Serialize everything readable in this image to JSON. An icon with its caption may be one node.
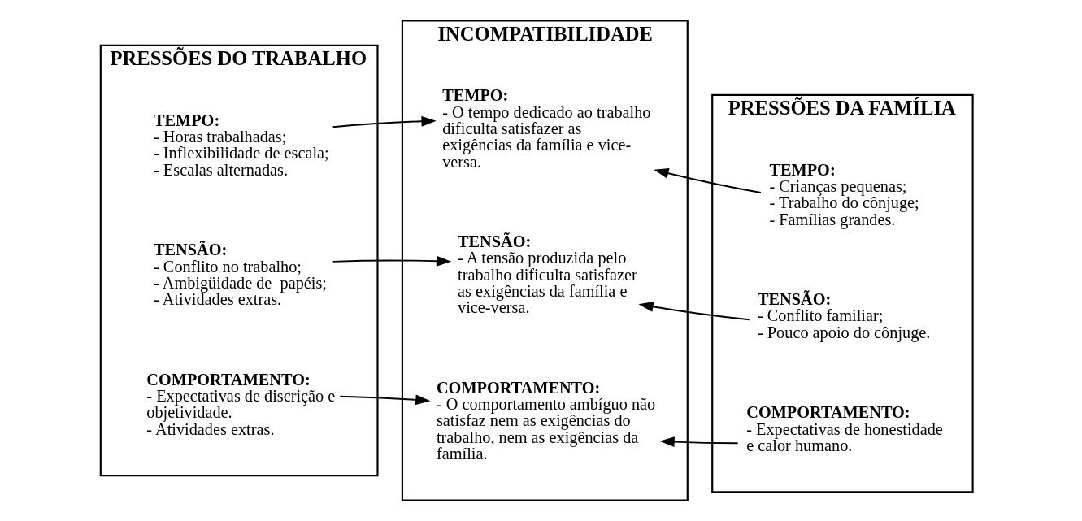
{
  "diagram": {
    "nodes": [
      {
        "text": [
          "PRESSÕES DO TRABALHO"
        ]
      },
      {
        "text": [
          "TEMPO:",
          "- Horas trabalhadas;",
          "- Inflexibilidade de escala;",
          "- Escalas alternadas."
        ],
        "in": 0
      },
      {
        "text": [
          "TENSÃO:",
          "- Conflito no trabalho;",
          "- Ambigüidade de  papéis;",
          "- Atividades extras."
        ],
        "in": 0
      },
      {
        "text": [
          "COMPORTAMENTO:",
          "- Expectativas de discrição e objetividade.",
          "- Atividades extras."
        ],
        "in": 0
      },
      {
        "text": [
          "INCOMPATIBILIDADE"
        ]
      },
      {
        "text": [
          "TEMPO:",
          "- O tempo dedicado ao trabalho dificulta satisfazer as exigências da família e vice-versa."
        ],
        "in": 4
      },
      {
        "text": [
          "TENSÃO:",
          "- A tensão produzida pelo trabalho dificulta satisfazer as exigências da família e vice-versa."
        ],
        "in": 4
      },
      {
        "text": [
          "COMPORTAMENTO:",
          "- O comportamento ambíguo não satisfaz nem as exigências do trabalho, nem as exigências da família."
        ],
        "in": 4
      },
      {
        "text": [
          "PRESSÕES DA FAMÍLIA"
        ]
      },
      {
        "text": [
          "TEMPO:",
          "- Crianças pequenas;",
          "- Trabalho do cônjuge;",
          "- Famílias grandes."
        ],
        "in": 8
      },
      {
        "text": [
          "TENSÃO:",
          "- Conflito familiar;",
          "- Pouco apoio do cônjuge."
        ],
        "in": 8
      },
      {
        "text": [
          "COMPORTAMENTO:",
          "- Expectativas de honestidade e calor humano."
        ],
        "in": 8
      }
    ],
    "edges": [
      {
        "from": 1,
        "to": 5,
        "arrow": "to"
      },
      {
        "from": 2,
        "to": 6,
        "arrow": "to"
      },
      {
        "from": 3,
        "to": 7,
        "arrow": "to"
      },
      {
        "from": 9,
        "to": 5,
        "arrow": "to"
      },
      {
        "from": 10,
        "to": 6,
        "arrow": "to"
      },
      {
        "from": 11,
        "to": 7,
        "arrow": "to"
      }
    ]
  }
}
